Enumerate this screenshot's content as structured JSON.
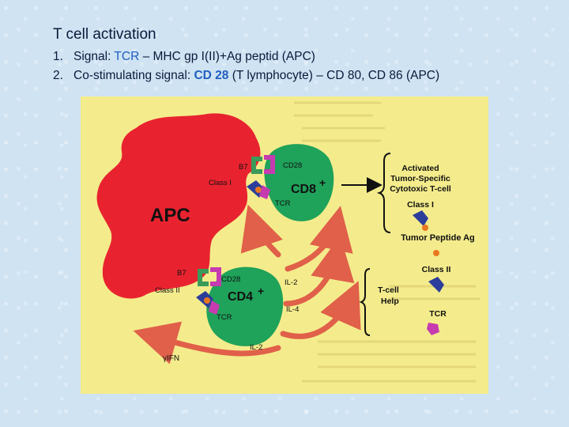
{
  "slide": {
    "title": "T cell activation",
    "points": [
      {
        "num": "1.",
        "prefix": "Signal:  ",
        "highlight": "TCR",
        "rest": " – MHC gp I(II)+Ag peptid (APC)"
      },
      {
        "num": "2.",
        "prefix": "Co-stimulating signal: ",
        "highlight": "CD 28",
        "rest": " (T lymphocyte) – CD 80, CD 86 (APC)"
      }
    ]
  },
  "diagram": {
    "apc_label": "APC",
    "cd8_label": "CD8",
    "cd4_label": "CD4",
    "plus": "+",
    "b7_top": "B7",
    "b7_bottom": "B7",
    "class1_left": "Class I",
    "class2_left": "Class II",
    "cd28_top": "CD28",
    "cd28_bottom": "CD28",
    "tcr_top": "TCR",
    "tcr_bottom": "TCR",
    "il2_top": "IL-2",
    "il4": "IL-4",
    "il2_bottom": "IL-2",
    "ifn": "γIFN",
    "activated": [
      "Activated",
      "Tumor-Specific",
      "Cytotoxic T-cell",
      "Class I"
    ],
    "tumor_peptide": "Tumor Peptide Ag",
    "class2_right": "Class II",
    "tcell_help": [
      "T-cell",
      "Help"
    ],
    "tcr_right": "TCR",
    "colors": {
      "apc": "#e8232f",
      "tcell": "#1fa25a",
      "arrow": "#e0604a",
      "b7": "#3a9a5a",
      "cd28": "#c63bb0",
      "mhc": "#2c3e9c",
      "peptide": "#e87820"
    }
  }
}
